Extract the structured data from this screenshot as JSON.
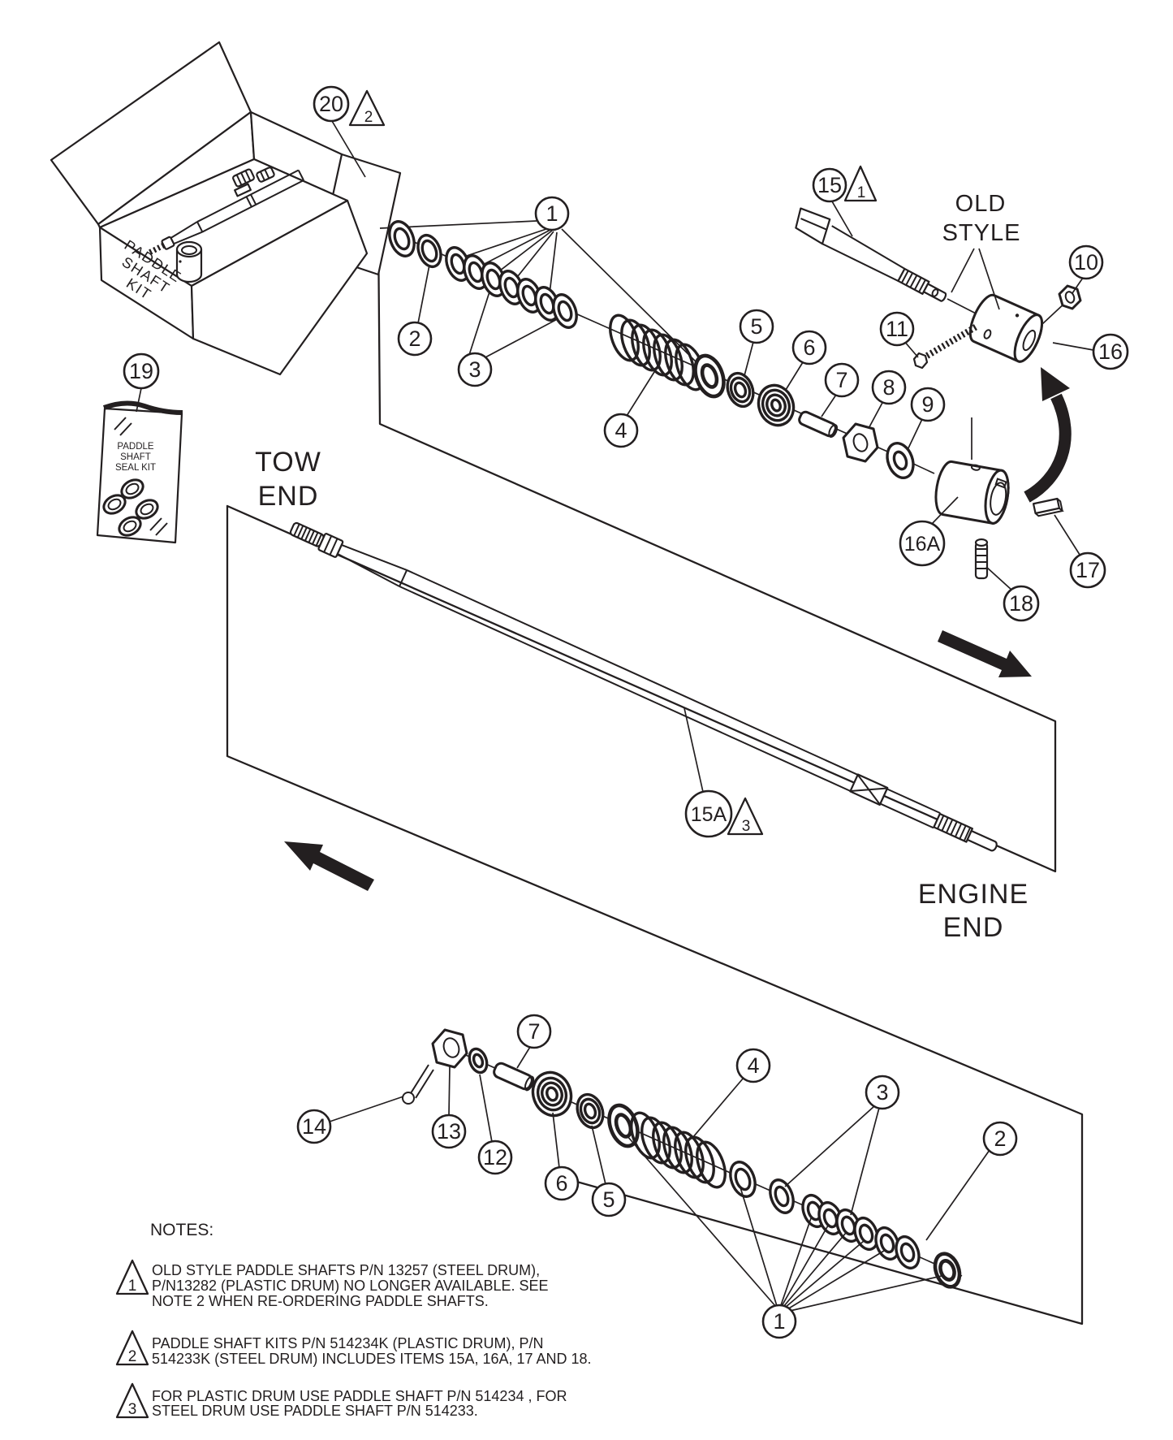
{
  "diagram": {
    "type": "exploded-parts-diagram",
    "line_color": "#231f20",
    "background": "#ffffff",
    "box": {
      "callout": "20",
      "label_lines": [
        "PADDLE",
        "SHAFT",
        "KIT"
      ]
    },
    "seal_bag": {
      "callout": "19",
      "label_lines": [
        "PADDLE",
        "SHAFT",
        "SEAL KIT"
      ]
    },
    "labels": {
      "tow_end": [
        "TOW",
        "END"
      ],
      "engine_end": [
        "ENGINE",
        "END"
      ],
      "old_style": [
        "OLD",
        "STYLE"
      ]
    },
    "callouts": {
      "1": "1",
      "2": "2",
      "3": "3",
      "4": "4",
      "5": "5",
      "6": "6",
      "7": "7",
      "8": "8",
      "9": "9",
      "10": "10",
      "11": "11",
      "12": "12",
      "13": "13",
      "14": "14",
      "15": "15",
      "15A": "15A",
      "16": "16",
      "16A": "16A",
      "17": "17",
      "18": "18",
      "19": "19",
      "20": "20"
    },
    "note_markers": {
      "1": "1",
      "2": "2",
      "3": "3"
    },
    "notes": {
      "heading": "NOTES:",
      "items": [
        {
          "marker": "1",
          "lines": [
            "OLD STYLE PADDLE SHAFTS P/N 13257 (STEEL DRUM),",
            "P/N13282 (PLASTIC DRUM) NO LONGER AVAILABLE. SEE",
            "NOTE 2 WHEN RE-ORDERING PADDLE SHAFTS."
          ]
        },
        {
          "marker": "2",
          "lines": [
            "PADDLE SHAFT KITS P/N 514234K (PLASTIC DRUM), P/N",
            "514233K (STEEL DRUM) INCLUDES ITEMS 15A, 16A, 17 AND 18."
          ]
        },
        {
          "marker": "3",
          "lines": [
            "FOR PLASTIC DRUM USE PADDLE SHAFT P/N 514234 , FOR",
            "STEEL DRUM USE PADDLE SHAFT P/N 514233."
          ]
        }
      ]
    }
  }
}
